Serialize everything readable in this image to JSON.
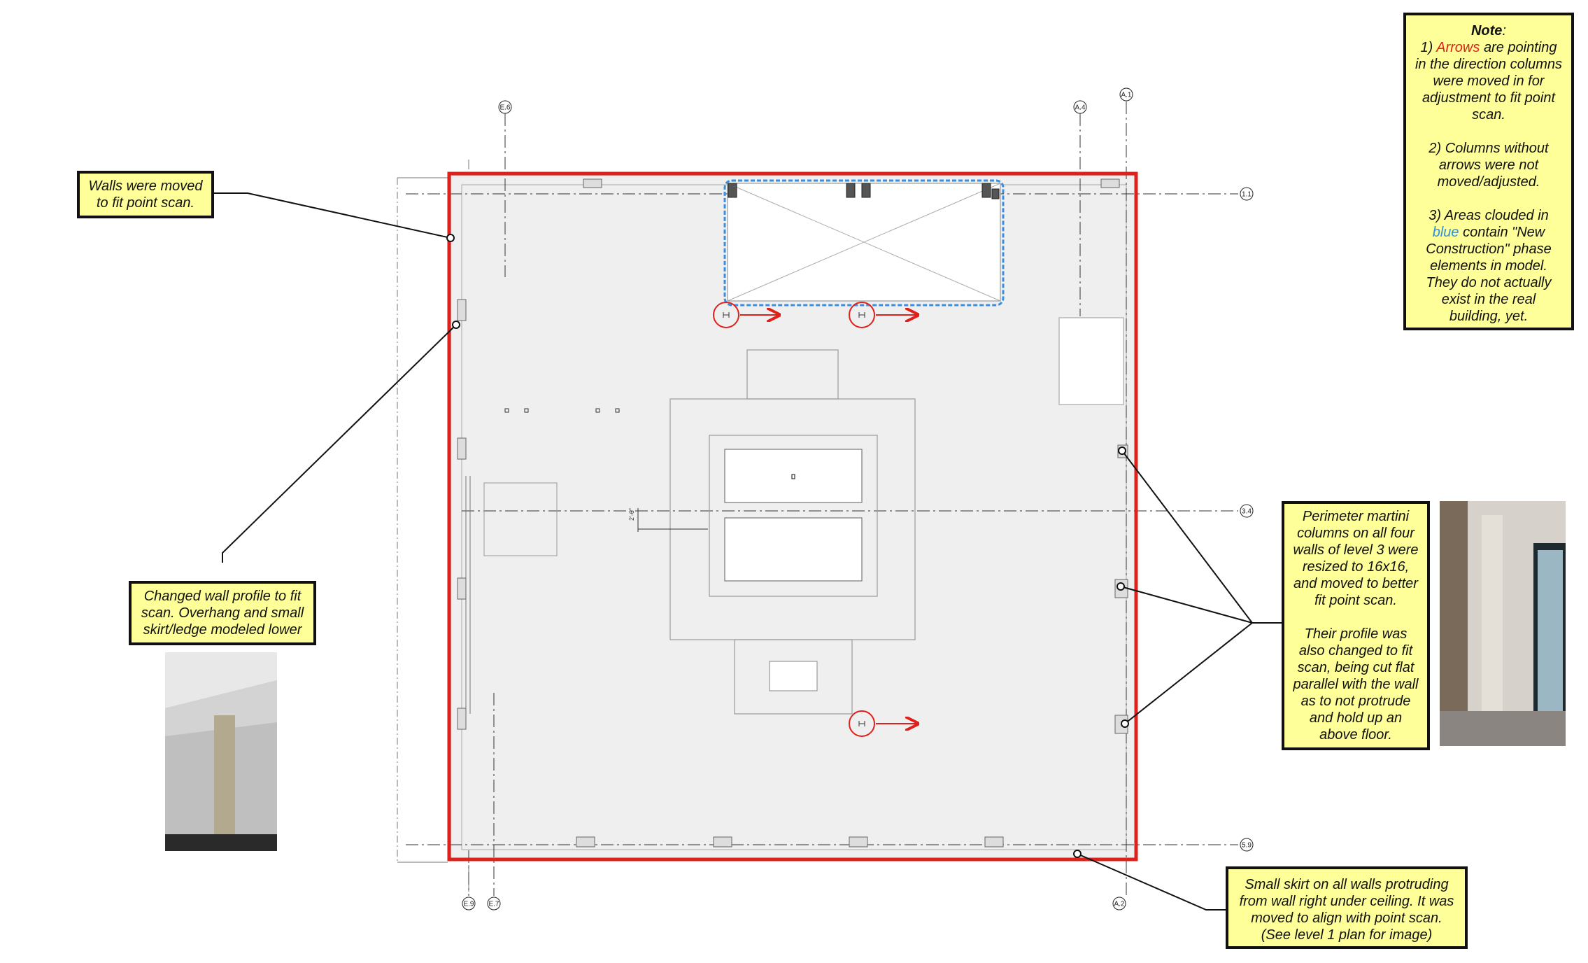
{
  "note": {
    "title": "Note",
    "item1_num": "1)",
    "item1_highlight": "Arrows",
    "item1_rest_lines": [
      "are pointing",
      "in the direction columns",
      "were moved in for",
      "adjustment to fit point",
      "scan."
    ],
    "item2_lines": [
      "2) Columns without",
      "arrows were not",
      "moved/adjusted."
    ],
    "item3_num_line": "3) Areas clouded in",
    "item3_highlight": "blue",
    "item3_rest_lines": [
      "contain \"New",
      "Construction\" phase",
      "elements in model.",
      "They do not actually",
      "exist in the real",
      "building, yet."
    ]
  },
  "callouts": {
    "walls_moved": [
      "Walls were moved",
      "to fit point scan."
    ],
    "wall_profile": [
      "Changed wall profile to fit",
      "scan. Overhang and small",
      "skirt/ledge modeled lower"
    ],
    "martini_columns_p1": [
      "Perimeter martini",
      "columns on all four",
      "walls of level 3 were",
      "resized to 16x16,",
      "and moved to better",
      "fit point scan."
    ],
    "martini_columns_p2": [
      "Their profile was",
      "also changed to fit",
      "scan, being cut flat",
      "parallel with the wall",
      "as to not protrude",
      "and hold up an",
      "above floor."
    ],
    "small_skirt": [
      "Small skirt on all walls protruding",
      "from wall right under ceiling. It was",
      "moved to align with point scan.",
      "(See level 1 plan for image)"
    ]
  },
  "grid_labels": {
    "E6": "E.6",
    "A4": "A.4",
    "A1": "A.1",
    "E9": "E.9",
    "E7": "E.7",
    "A2": "A.2",
    "L11": "1.1",
    "L34": "3.4",
    "L59": "5.9"
  },
  "dimension_text": "2'-6\"",
  "colors": {
    "highlight_box": "#ffff99",
    "boundary_red": "#e0201b",
    "cloud_blue": "#3a8fe0",
    "floor_fill": "#efefef"
  }
}
